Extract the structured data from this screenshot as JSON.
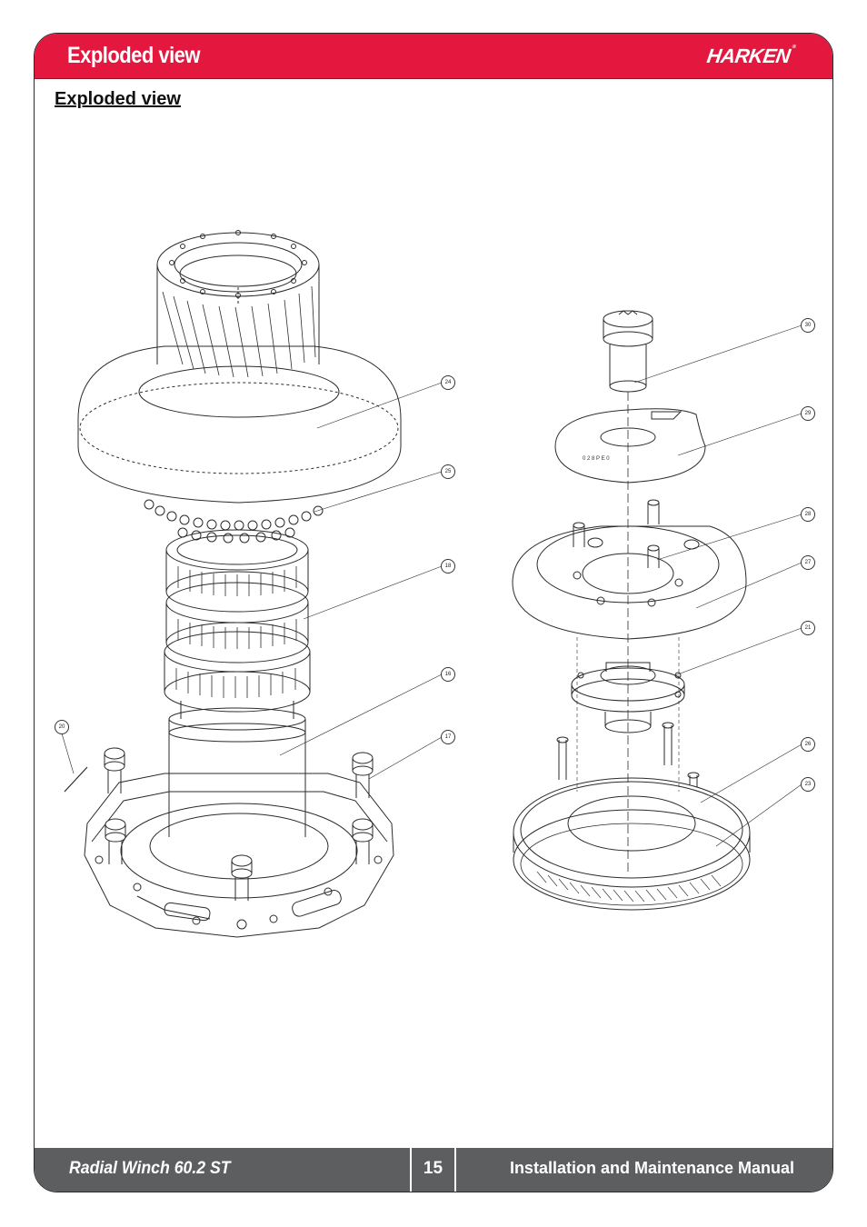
{
  "header": {
    "title": "Exploded view",
    "brand": "HARKEN",
    "brand_mark": "®"
  },
  "section_heading": "Exploded view",
  "callouts": [
    "30",
    "29",
    "28",
    "27",
    "21",
    "26",
    "23",
    "24",
    "25",
    "18",
    "16",
    "17",
    "20"
  ],
  "footer": {
    "product": "Radial Winch 60.2 ST",
    "page_number": "15",
    "manual_title": "Installation and Maintenance Manual"
  },
  "colors": {
    "header_red": "#e4173e",
    "footer_gray": "#5d5e60",
    "line": "#2b2b2b"
  }
}
